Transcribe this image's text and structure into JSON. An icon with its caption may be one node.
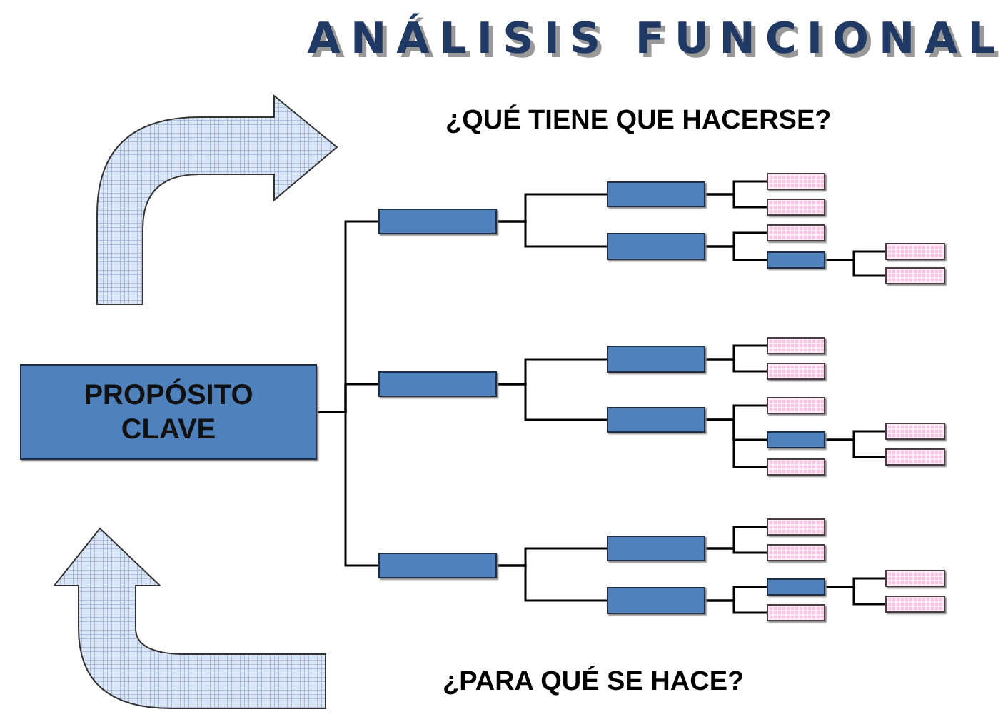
{
  "diagram": {
    "title": "ANÁLISIS FUNCIONAL",
    "nodes": [
      {
        "text": [
          "PROPÓSITO CLAVE"
        ]
      },
      {
        "text": [],
        "shape": "box"
      },
      {
        "text": [],
        "shape": "box"
      },
      {
        "text": [],
        "shape": "box"
      },
      {
        "text": [],
        "shape": "box"
      },
      {
        "text": [],
        "shape": "box"
      },
      {
        "text": [],
        "shape": "box"
      },
      {
        "text": [],
        "shape": "box"
      },
      {
        "text": [],
        "shape": "box"
      },
      {
        "text": [],
        "shape": "box"
      },
      {
        "text": [],
        "shape": "box"
      },
      {
        "text": [],
        "shape": "box"
      },
      {
        "text": [],
        "shape": "box"
      },
      {
        "text": [],
        "shape": "box"
      },
      {
        "text": [],
        "shape": "box"
      },
      {
        "text": [],
        "shape": "box"
      },
      {
        "text": [],
        "shape": "box"
      },
      {
        "text": [],
        "shape": "box"
      },
      {
        "text": [],
        "shape": "box"
      },
      {
        "text": [],
        "shape": "box"
      },
      {
        "text": [],
        "shape": "box"
      },
      {
        "text": [],
        "shape": "box"
      },
      {
        "text": [],
        "shape": "box"
      },
      {
        "text": [],
        "shape": "box"
      },
      {
        "text": [],
        "shape": "box"
      },
      {
        "text": [],
        "shape": "box"
      },
      {
        "text": [],
        "shape": "box"
      },
      {
        "text": [],
        "shape": "box"
      },
      {
        "text": [],
        "shape": "box"
      }
    ],
    "edges": [
      {
        "from": 0,
        "to": 1,
        "arrow": "none"
      },
      {
        "from": 1,
        "to": 2,
        "arrow": "none"
      },
      {
        "from": 2,
        "to": 3,
        "arrow": "none"
      },
      {
        "from": 2,
        "to": 4,
        "arrow": "none"
      },
      {
        "from": 1,
        "to": 5,
        "arrow": "none"
      },
      {
        "from": 5,
        "to": 6,
        "arrow": "none"
      },
      {
        "from": 5,
        "to": 7,
        "arrow": "none"
      },
      {
        "from": 7,
        "to": 8,
        "arrow": "none"
      },
      {
        "from": 7,
        "to": 9,
        "arrow": "none"
      },
      {
        "from": 0,
        "to": 10,
        "arrow": "none"
      },
      {
        "from": 10,
        "to": 11,
        "arrow": "none"
      },
      {
        "from": 11,
        "to": 12,
        "arrow": "none"
      },
      {
        "from": 11,
        "to": 13,
        "arrow": "none"
      },
      {
        "from": 10,
        "to": 14,
        "arrow": "none"
      },
      {
        "from": 14,
        "to": 15,
        "arrow": "none"
      },
      {
        "from": 14,
        "to": 16,
        "arrow": "none"
      },
      {
        "from": 16,
        "to": 17,
        "arrow": "none"
      },
      {
        "from": 16,
        "to": 18,
        "arrow": "none"
      },
      {
        "from": 14,
        "to": 19,
        "arrow": "none"
      },
      {
        "from": 0,
        "to": 20,
        "arrow": "none"
      },
      {
        "from": 20,
        "to": 21,
        "arrow": "none"
      },
      {
        "from": 21,
        "to": 22,
        "arrow": "none"
      },
      {
        "from": 21,
        "to": 23,
        "arrow": "none"
      },
      {
        "from": 20,
        "to": 24,
        "arrow": "none"
      },
      {
        "from": 24,
        "to": 25,
        "arrow": "none"
      },
      {
        "from": 25,
        "to": 26,
        "arrow": "none"
      },
      {
        "from": 25,
        "to": 27,
        "arrow": "none"
      },
      {
        "from": 24,
        "to": 28,
        "arrow": "none"
      }
    ],
    "labels": [
      "¿QUÉ TIENE QUE HACERSE?",
      "¿PARA QUÉ SE HACE?"
    ]
  }
}
